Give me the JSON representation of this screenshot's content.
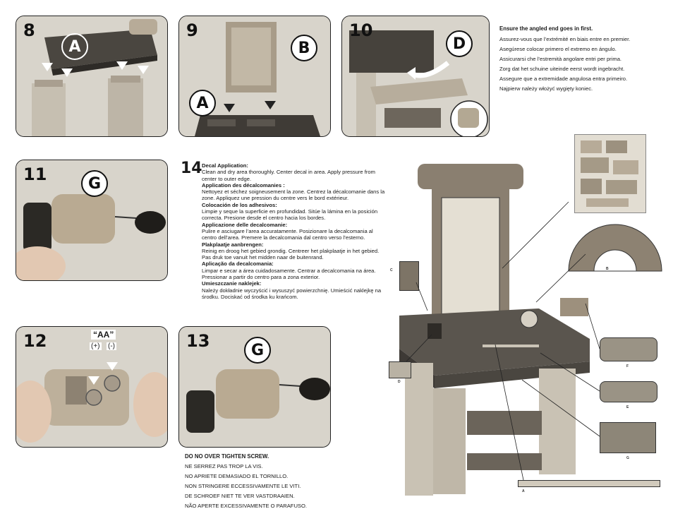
{
  "steps": {
    "s8": {
      "num": "8",
      "letter": "A"
    },
    "s9": {
      "num": "9",
      "letter_top": "B",
      "letter_left": "A"
    },
    "s10": {
      "num": "10",
      "letter": "D"
    },
    "s11": {
      "num": "11",
      "letter": "G"
    },
    "s12": {
      "num": "12",
      "battery": "“AA”",
      "plus": "(+)",
      "minus": "(-)"
    },
    "s13": {
      "num": "13",
      "letter": "G"
    },
    "s14": {
      "num": "14"
    }
  },
  "angled_end": {
    "title": "Ensure the angled end goes in first.",
    "lines": [
      "Assurez-vous que l’extrémité en biais entre en premier.",
      "Asegúrese colocar primero el extremo en ángulo.",
      "Assicurarsi che l’estremità angolare entri per prima.",
      "Zorg dat het schuine uiteinde eerst wordt ingebracht.",
      "Assegure que a extremidade angulosa entra primeiro.",
      "Najpierw należy włożyć wygięty koniec."
    ]
  },
  "decal": [
    {
      "h": "Decal Application:",
      "t": "Clean and dry area thoroughly. Center decal in area. Apply pressure from center to outer edge."
    },
    {
      "h": "Application des décalcomanies :",
      "t": "Nettoyez et séchez soigneusement la zone. Centrez la décalcomanie dans la zone. Appliquez une pression du centre vers le bord extérieur."
    },
    {
      "h": "Colocación de los adhesivos:",
      "t": "Limpie y seque la superficie en profundidad. Sitúe la lámina en la posición correcta. Presione desde el centro hacia los bordes."
    },
    {
      "h": "Applicazione delle decalcomanie:",
      "t": "Pulire e asciugare l’area accuratamente. Posizionare la decalcomania al centro dell’area. Premere la decalcomania dal centro verso l’esterno."
    },
    {
      "h": "Plakplaatje aanbrengen:",
      "t": "Reinig en droog het gebied grondig. Centreer het plakplaatje in het gebied. Pas druk toe vanuit het midden naar de buitenrand."
    },
    {
      "h": "Aplicação da decalcomania:",
      "t": "Limpar e secar a área cuidadosamente. Centrar a decalcomania na área. Pressionar a partir do centro para a zona exterior."
    },
    {
      "h": "Umieszczanie naklejek:",
      "t": "Należy dokładnie wyczyścić i wysuszyć powierzchnię. Umieścić naklejkę na środku. Dociskać od środka ku krańcom."
    }
  ],
  "screw_warning": {
    "title": "DO NO OVER TIGHTEN SCREW.",
    "lines": [
      "NE SERREZ PAS TROP LA VIS.",
      "NO APRIETE DEMASIADO EL TORNILLO.",
      "NON STRINGERE ECCESSIVAMENTE LE VITI.",
      "DE SCHROEF NIET TE VER VASTDRAAIEN.",
      "NÃO APERTE EXCESSIVAMENTE O PARAFUSO."
    ]
  },
  "decal_labels": {
    "c": "C",
    "d": "D",
    "b": "B",
    "f": "F",
    "e": "E",
    "g": "G",
    "a": "A"
  },
  "colors": {
    "bench_top": "#5a554e",
    "legs": "#c9c2b4",
    "backboard": "#8a7f70",
    "panel_bg": "#cfcac0"
  }
}
